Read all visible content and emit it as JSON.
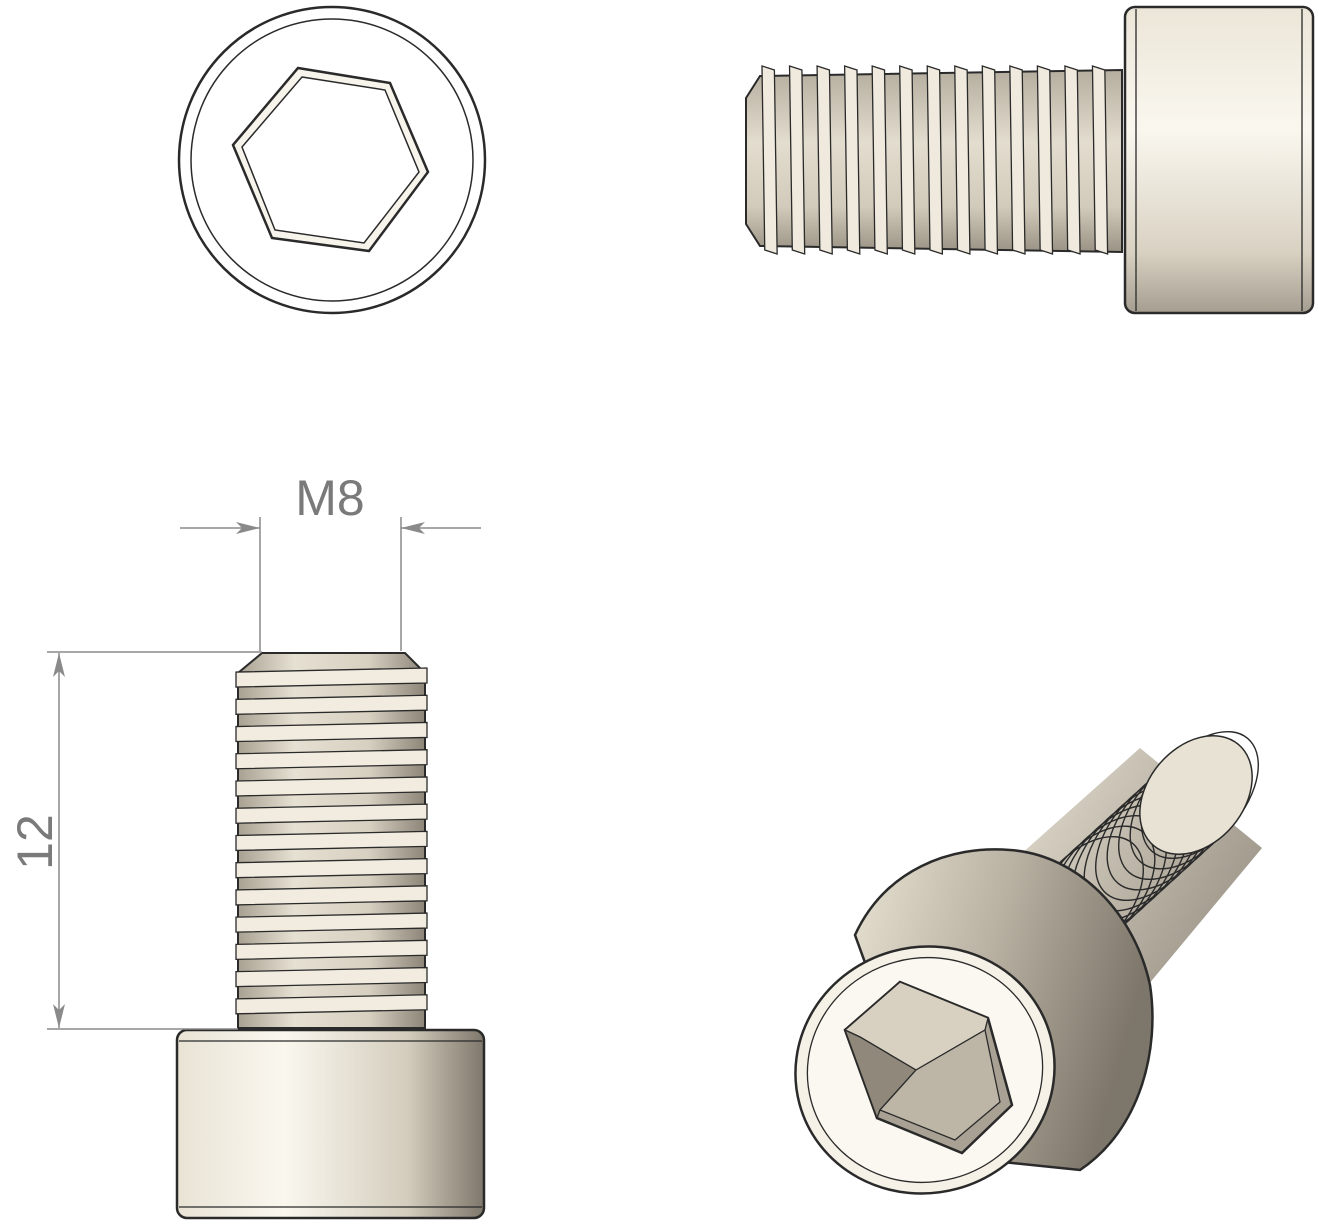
{
  "dimensions": {
    "diameter_label": "M8",
    "length_label": "12"
  },
  "colors": {
    "background": "#ffffff",
    "metal_light": "#f3efe4",
    "metal_mid": "#cfc8b8",
    "metal_dark": "#8f887b",
    "outline": "#2a2a2a",
    "dimension_line": "#8a8a8a",
    "dimension_text": "#7a7a7a"
  },
  "views": {
    "top": "top-view",
    "side": "side-view",
    "front": "front-view",
    "iso": "isometric-view"
  }
}
